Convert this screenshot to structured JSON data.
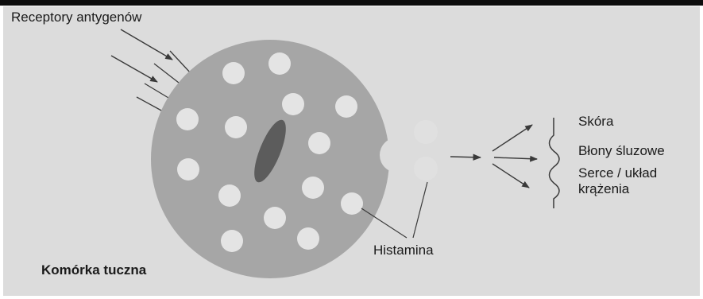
{
  "labels": {
    "receptors": "Receptory antygenów",
    "mast_cell": "Komórka tuczna",
    "histamine": "Histamina",
    "targets": [
      "Skóra",
      "Błony śluzowe",
      "Serce / układ",
      "krążenia"
    ]
  },
  "colors": {
    "background": "#dcdcdc",
    "cell_body": "#a6a6a6",
    "granule": "#e4e4e4",
    "nucleus": "#5c5c5c",
    "lines": "#3a3a3a",
    "text": "#1a1a1a"
  }
}
